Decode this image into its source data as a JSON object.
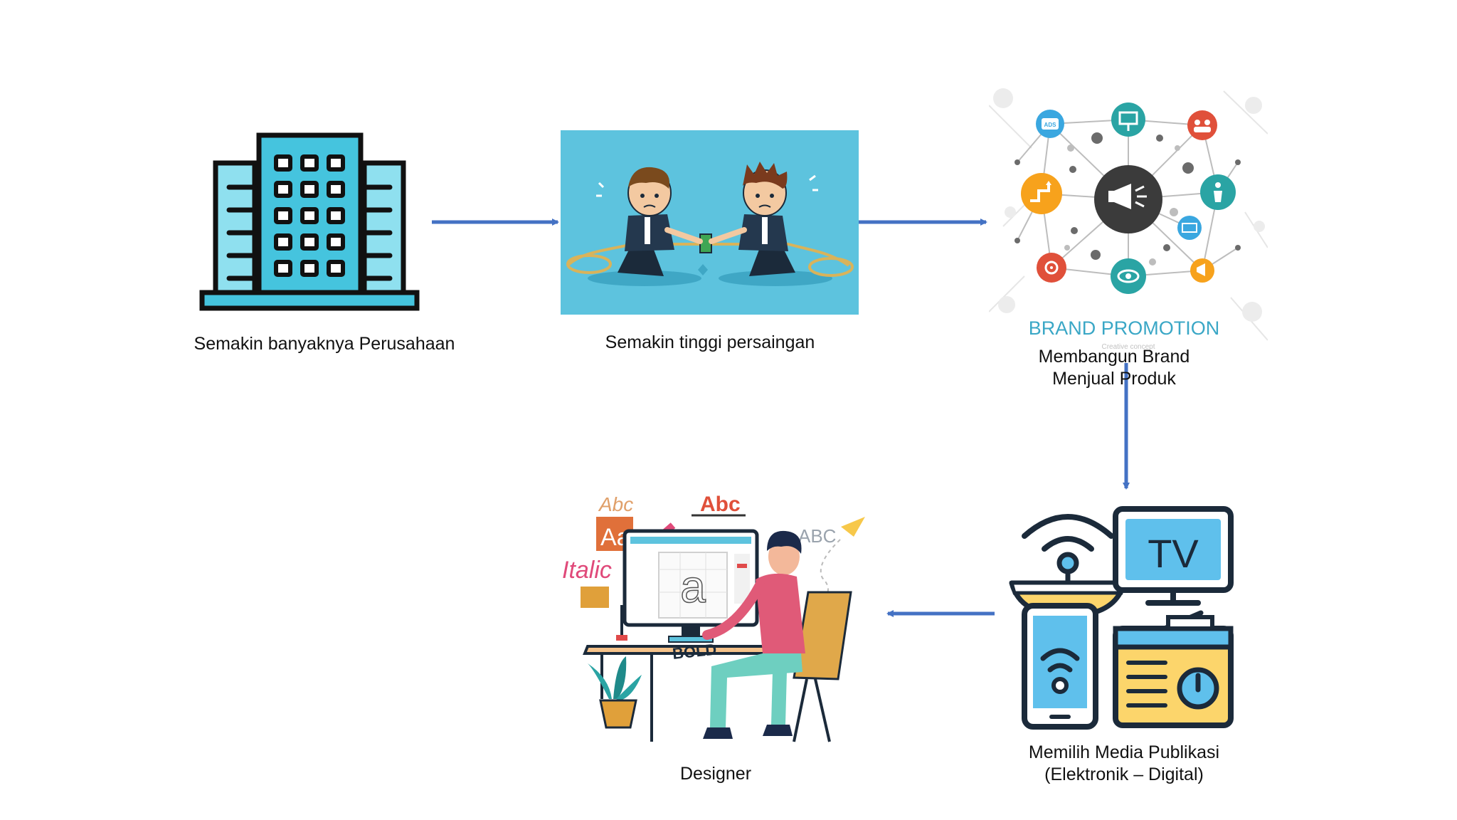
{
  "nodes": {
    "building": {
      "caption": "Semakin banyaknya Perusahaan"
    },
    "competition": {
      "caption": "Semakin tinggi persaingan"
    },
    "brand": {
      "title": "BRAND PROMOTION",
      "subtitle": "Creative concept",
      "caption_line1": "Membangun Brand",
      "caption_line2": "Menjual Produk",
      "icon_labels": {
        "ads": "ADS"
      }
    },
    "media": {
      "tv_label": "TV",
      "caption_line1": "Memilih Media Publikasi",
      "caption_line2": "(Elektronik – Digital)"
    },
    "designer": {
      "caption": "Designer",
      "text_abc_script": "Abc",
      "text_aa": "Aa",
      "text_abc_red": "Abc",
      "text_italic": "Italic",
      "text_abc_caps": "ABC",
      "text_a": "a",
      "text_bold": "BOLD"
    }
  },
  "colors": {
    "arrow": "#4472c4",
    "building_fill": "#45c4de",
    "building_light": "#8fe0ef",
    "competition_bg": "#5dc3de",
    "brand_title": "#3aa7c6",
    "tv_screen": "#5fc0ec",
    "radio_yellow": "#fcd56b",
    "outline": "#1b2a3a"
  }
}
